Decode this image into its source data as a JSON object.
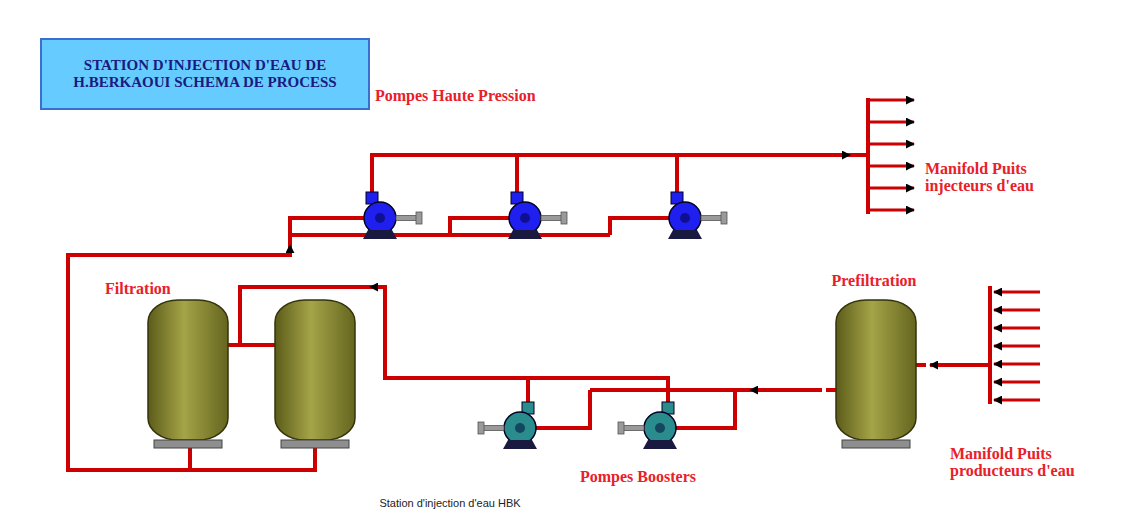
{
  "diagram": {
    "title": "STATION D'INJECTION D'EAU DE H.BERKAOUI SCHEMA DE PROCESS",
    "caption": "Station d'injection d'eau HBK",
    "nodes": [
      {
        "text": [
          "Manifold Puits producteurs d'eau"
        ]
      },
      {
        "text": [
          "Prefiltration"
        ]
      },
      {
        "text": [
          "Pompes Boosters"
        ]
      },
      {
        "text": [
          "Filtration"
        ]
      },
      {
        "text": [
          "Pompes Haute Pression"
        ]
      },
      {
        "text": [
          "Manifold Puits injecteurs d'eau"
        ]
      }
    ],
    "edges": [
      {
        "from": 0,
        "to": 1,
        "arrow": "to"
      },
      {
        "from": 1,
        "to": 2,
        "arrow": "to"
      },
      {
        "from": 2,
        "to": 3,
        "arrow": "to"
      },
      {
        "from": 3,
        "to": 4,
        "arrow": "to"
      },
      {
        "from": 4,
        "to": 5,
        "arrow": "to"
      }
    ]
  }
}
